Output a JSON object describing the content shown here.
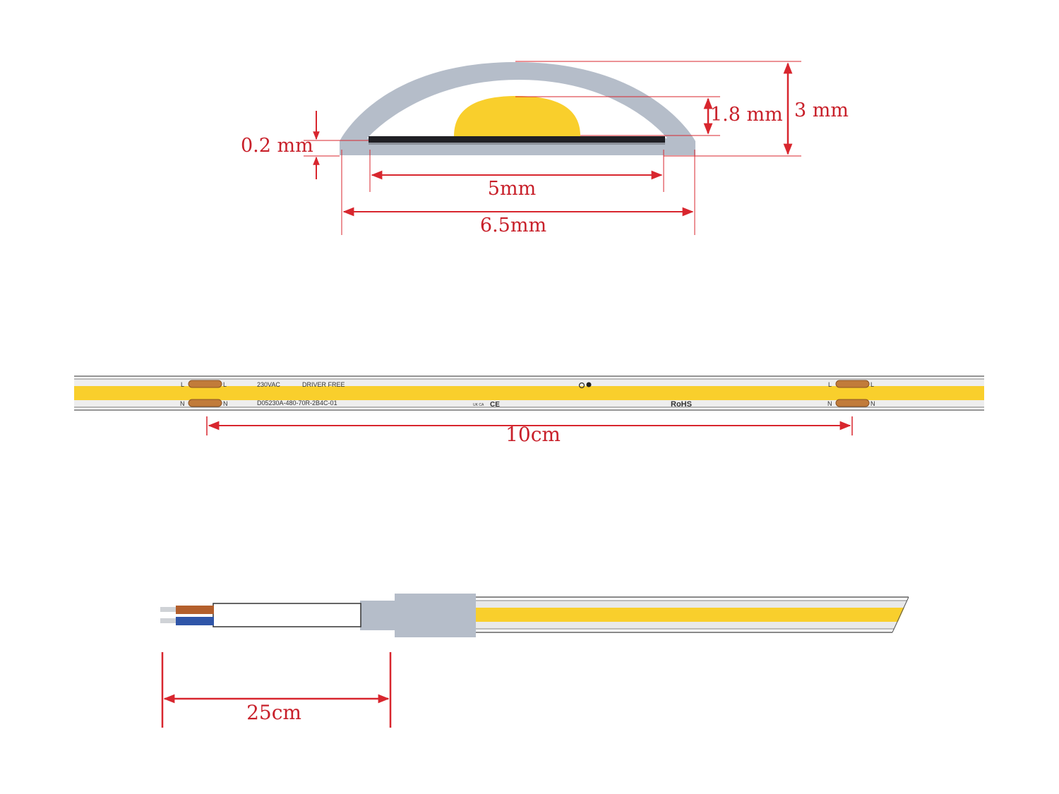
{
  "colors": {
    "dimension": "#d8262e",
    "silicone": "#b5bdc9",
    "led": "#f9cf2c",
    "pcb": "#1f1f24",
    "copper_pad": "#c17b3a",
    "wire_brown": "#b35f2c",
    "wire_blue": "#2f55a8"
  },
  "cross_section": {
    "dims": {
      "base": "0.2 mm",
      "led_height": "1.8 mm",
      "total_height": "3 mm",
      "pcb_width": "5mm",
      "total_width": "6.5mm"
    }
  },
  "strip": {
    "pad_labels": {
      "live": "L",
      "neutral": "N"
    },
    "print_top": [
      "230VAC",
      "DRIVER FREE"
    ],
    "print_bottom": "D05230A-480-70R-2B4C-01",
    "ce_mark": "CE",
    "ukca_mark": "UK CA",
    "rohs": "RoHS",
    "cut_length": "10cm"
  },
  "cable": {
    "lead_length": "25cm"
  }
}
